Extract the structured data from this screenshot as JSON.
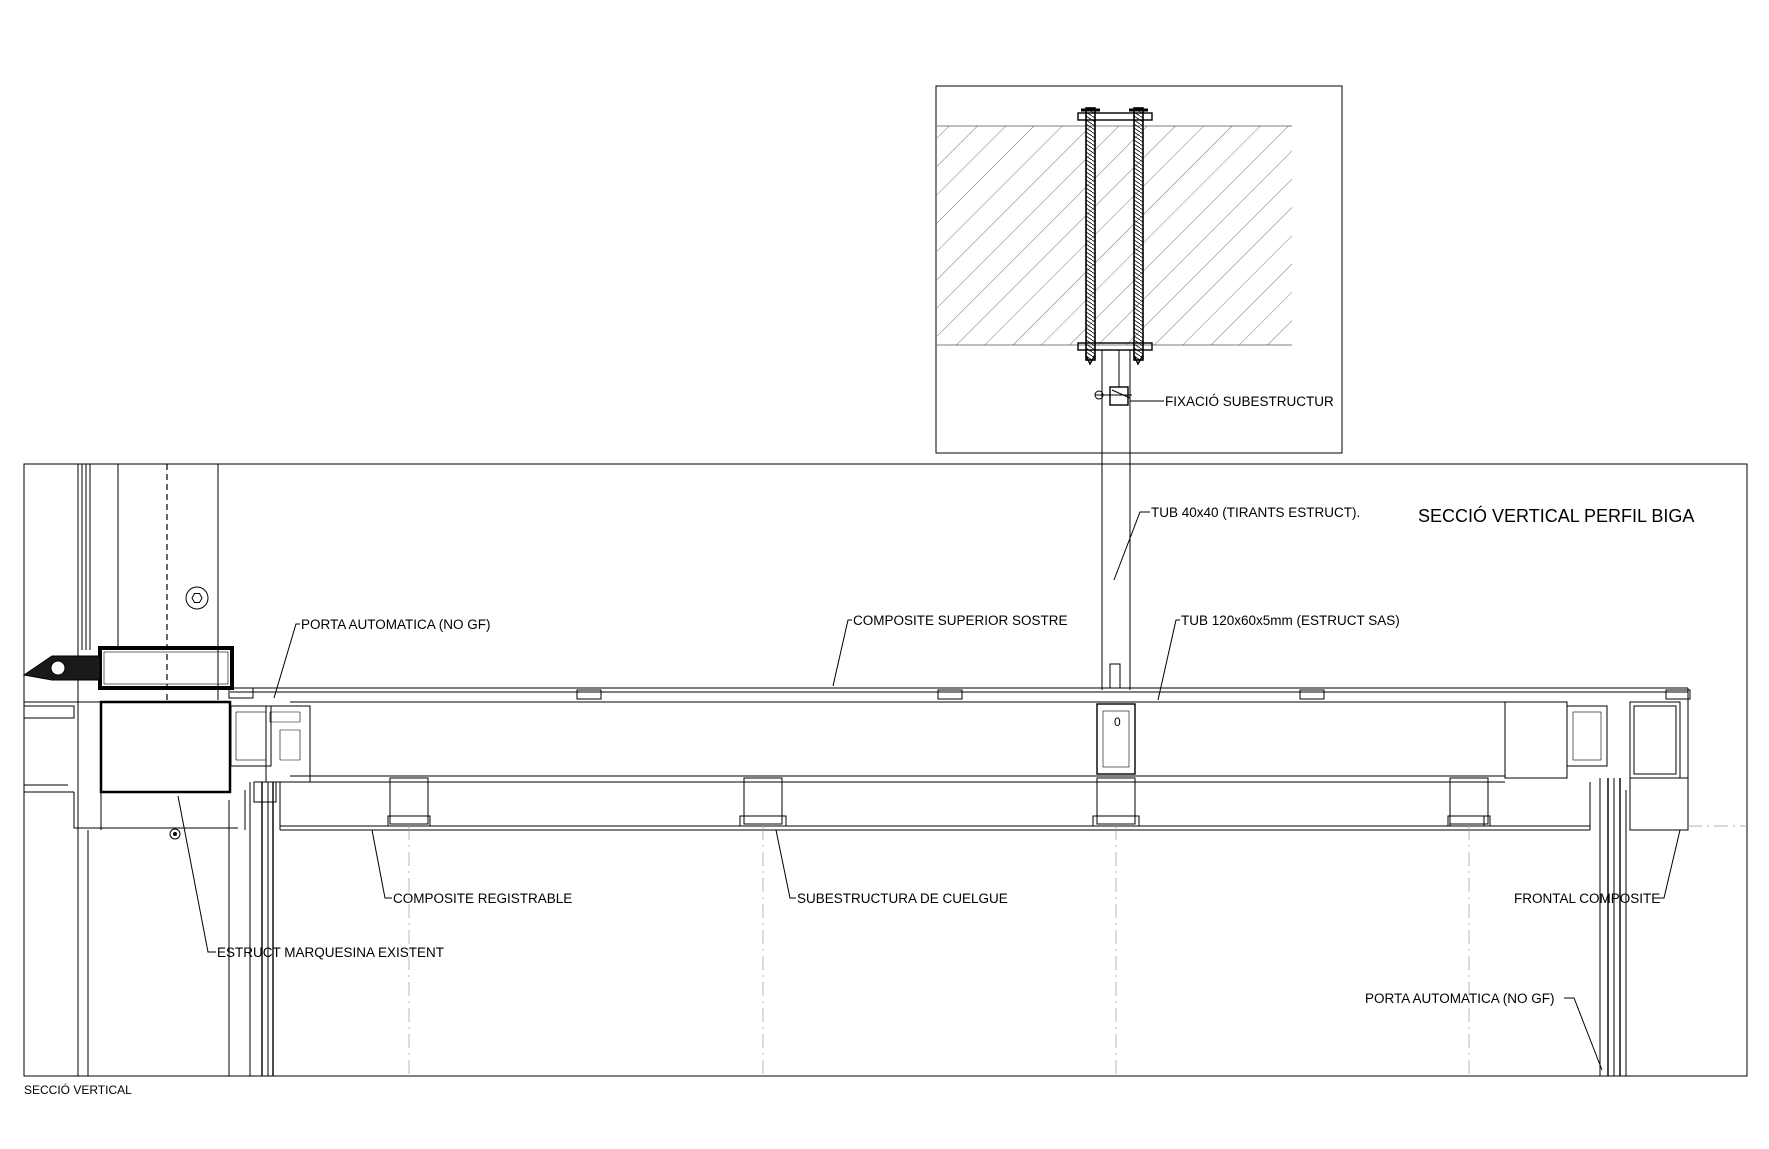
{
  "drawing": {
    "title": "SECCIÓ VERTICAL PERFIL BIGA",
    "caption": "SECCIÓ VERTICAL"
  },
  "labels": {
    "fixacio": "FIXACIÓ SUBESTRUCTUR",
    "tub_40": "TUB 40x40 (TIRANTS ESTRUCT).",
    "porta_left": "PORTA AUTOMATICA (NO GF)",
    "composite_superior": "COMPOSITE SUPERIOR SOSTRE",
    "tub_120": "TUB 120x60x5mm (ESTRUCT SAS)",
    "composite_registrable": "COMPOSITE REGISTRABLE",
    "subestructura": "SUBESTRUCTURA DE CUELGUE",
    "frontal": "FRONTAL COMPOSITE",
    "estruct": "ESTRUCT MARQUESINA EXISTENT",
    "porta_right": "PORTA AUTOMATICA (NO GF)"
  }
}
